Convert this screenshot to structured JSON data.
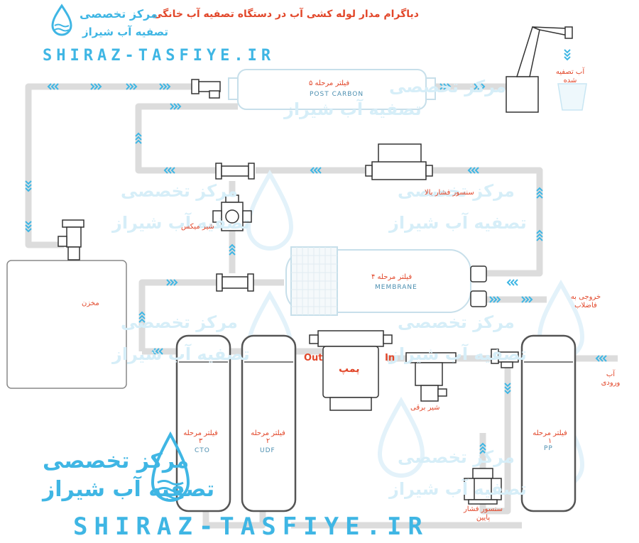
{
  "title": "دیاگرام مدار لوله کشی آب در دستگاه تصفیه آب خانگی",
  "site": "SHIRAZ-TASFIYE.IR",
  "logo": {
    "line1": "مرکز تخصصی",
    "line2": "تصفیه آب شیراز"
  },
  "watermark": {
    "line1": "مرکز تخصصی",
    "line2": "تصفیه آب شیراز"
  },
  "colors": {
    "pipe": "#dcdcdc",
    "arrow": "#3fb6e4",
    "label": "#e2472a",
    "accent": "#3fb6e4",
    "housing": "#555555"
  },
  "labels": {
    "stage5": "فیلتر مرحله ۵",
    "stage5_en": "POST CARBON",
    "purified_water": "آب تصفیه شده",
    "high_pressure_sensor": "سنسور فشار بالا",
    "mix_valve": "شیر میکس",
    "tank": "مخزن",
    "stage4": "فیلتر مرحله ۴",
    "stage4_en": "MEMBRANE",
    "drain": "خروجی به فاضلاب",
    "out": "Out",
    "in": "In",
    "pump": "پمپ",
    "solenoid": "شیر برقی",
    "inlet_water": "آب ورودی",
    "stage3": "فیلتر مرحله ۳",
    "stage3_en": "CTO",
    "stage2": "فیلتر مرحله ۲",
    "stage2_en": "UDF",
    "stage1": "فیلتر مرحله ۱",
    "stage1_en": "PP",
    "low_pressure_sensor": "سنسور فشار پایین"
  }
}
